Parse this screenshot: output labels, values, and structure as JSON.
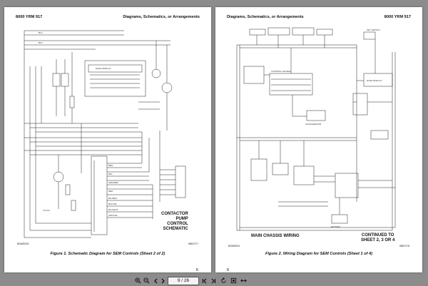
{
  "left_page": {
    "header_left": "8000 YRM 917",
    "header_right": "Diagrams, Schematics, or Arrangements",
    "caption": "Figure 1.  Schematic Diagram for SEM Controls (Sheet 2 of 2)",
    "page_number": "5",
    "code_left": "B00489203",
    "code_right": "WB07477",
    "block_title": [
      "CONTACTOR",
      "PUMP",
      "CONTROL",
      "SCHEMATIC"
    ],
    "wire_labels": [
      "BRN",
      "BLK",
      "GRN/RED",
      "RED",
      "BLU/BLK",
      "BLK/YEL",
      "BLU/WHT",
      "GRN/YEL",
      "BLU",
      "BLK"
    ]
  },
  "right_page": {
    "header_left": "Diagrams, Schematics, or Arrangements",
    "header_right": "8000 YRM 917",
    "caption": "Figure 2.  Wiring Diagram for SEM Controls (Sheet 1 of 4)",
    "page_number": "6",
    "code_left": "B00489210",
    "code_right": "WB07478",
    "main_label": "MAIN CHASSIS WIRING",
    "continued": [
      "CONTINUED TO",
      "SHEET 2, 3 OR 4"
    ],
    "component_labels": [
      "DASH DISPLAY",
      "CONTROL HANDLE",
      "BATTERY",
      "KEY SWITCH",
      "ACCELERATOR"
    ]
  },
  "toolbar": {
    "page_value": "9 / 26",
    "icons": [
      "zoom-in",
      "zoom-out",
      "previous-page",
      "next-page",
      "first-page",
      "last-page",
      "rotate",
      "fit-page",
      "fit-width"
    ]
  }
}
